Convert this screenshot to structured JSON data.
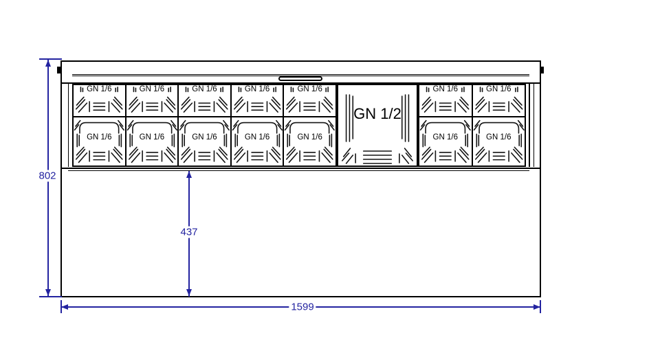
{
  "drawing": {
    "type": "technical-drawing",
    "view": "top view of refrigerated counter with gastronorm pan layout"
  },
  "pan_grid": {
    "groups": [
      {
        "id": "left",
        "rows": 2,
        "cols": 5,
        "label": "GN 1/6",
        "type": "gn16"
      },
      {
        "id": "center",
        "rows": 1,
        "cols": 1,
        "label": "GN 1/2",
        "type": "gn12"
      },
      {
        "id": "right",
        "rows": 2,
        "cols": 2,
        "label": "GN 1/6",
        "type": "gn16"
      }
    ],
    "gn16_pan_count": 14,
    "gn12_pan_count": 1
  },
  "dimensions": {
    "overall_height": {
      "value": "802"
    },
    "body_depth": {
      "value": "437"
    },
    "overall_width": {
      "value": "1599"
    }
  },
  "colors": {
    "line": "#000000",
    "dimension": "#2323a0",
    "background": "#ffffff"
  }
}
